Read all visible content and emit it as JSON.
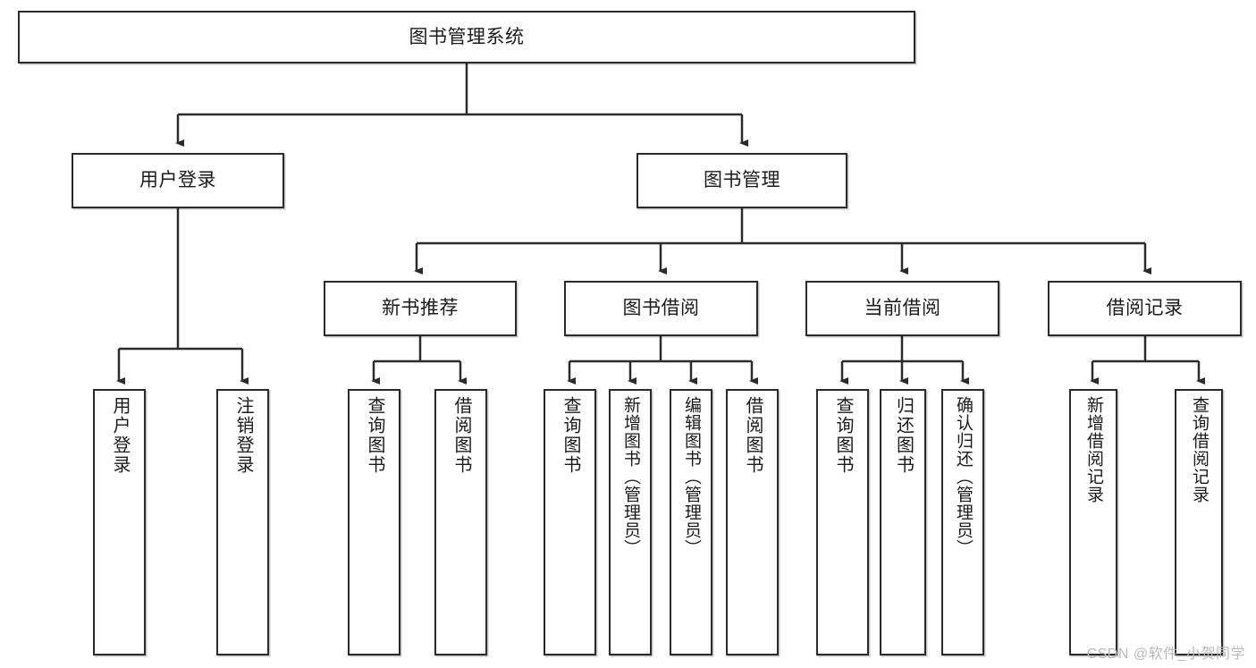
{
  "diagram": {
    "title": "图书管理系统",
    "type": "tree-hierarchy-chart",
    "watermark": "CSDN @软件_小贺同学",
    "colors": {
      "border": "#2b2b2b",
      "background": "#ffffff",
      "text": "#1b1b1b",
      "watermark": "#b9b9b9"
    },
    "levels": {
      "level1": [
        {
          "id": "root",
          "label": "图书管理系统"
        }
      ],
      "level2": [
        {
          "id": "user-login",
          "label": "用户登录"
        },
        {
          "id": "book-management",
          "label": "图书管理"
        }
      ],
      "level3": [
        {
          "id": "new-book-recommend",
          "label": "新书推荐"
        },
        {
          "id": "book-borrow",
          "label": "图书借阅"
        },
        {
          "id": "current-borrow",
          "label": "当前借阅"
        },
        {
          "id": "borrow-record",
          "label": "借阅记录"
        }
      ],
      "level4": [
        {
          "id": "leaf-user-login",
          "label": "用户登录",
          "parent": "user-login"
        },
        {
          "id": "leaf-logout-login",
          "label": "注销登录",
          "parent": "user-login"
        },
        {
          "id": "leaf-query-book-1",
          "label": "查询图书",
          "parent": "new-book-recommend"
        },
        {
          "id": "leaf-borrow-book-1",
          "label": "借阅图书",
          "parent": "new-book-recommend"
        },
        {
          "id": "leaf-query-book-2",
          "label": "查询图书",
          "parent": "book-borrow"
        },
        {
          "id": "leaf-add-book",
          "label": "新增图书（管理员）",
          "parent": "book-borrow"
        },
        {
          "id": "leaf-edit-book",
          "label": "编辑图书（管理员）",
          "parent": "book-borrow"
        },
        {
          "id": "leaf-borrow-book-2",
          "label": "借阅图书",
          "parent": "book-borrow"
        },
        {
          "id": "leaf-query-book-3",
          "label": "查询图书",
          "parent": "current-borrow"
        },
        {
          "id": "leaf-return-book",
          "label": "归还图书",
          "parent": "current-borrow"
        },
        {
          "id": "leaf-confirm-return",
          "label": "确认归还（管理员）",
          "parent": "current-borrow"
        },
        {
          "id": "leaf-add-record",
          "label": "新增借阅记录",
          "parent": "borrow-record"
        },
        {
          "id": "leaf-query-record",
          "label": "查询借阅记录",
          "parent": "borrow-record"
        }
      ]
    }
  }
}
